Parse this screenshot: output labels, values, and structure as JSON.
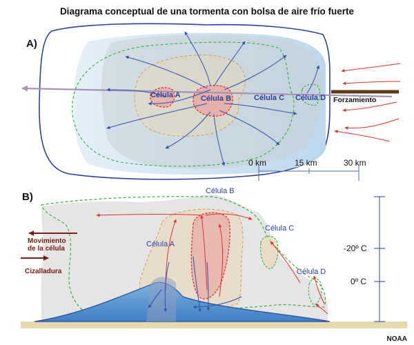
{
  "title": "Diagrama conceptual de una tormenta con bolsa de aire frío fuerte",
  "credit": "NOAA",
  "panel_a": {
    "label": "A)",
    "cells": [
      "Célula A",
      "Célula B",
      "Célula C",
      "Célula D"
    ],
    "forcing_label": "Forzamiento",
    "scale_labels": [
      "0 km",
      "15 km",
      "30 km"
    ]
  },
  "panel_b": {
    "label": "B)",
    "cells": [
      "Célula A",
      "Célula B",
      "Célula C",
      "Célula D"
    ],
    "legend": {
      "cell_motion_line1": "Movimiento",
      "cell_motion_line2": "de la célula",
      "shear": "Cizalladura"
    },
    "temperature_labels": [
      "-20º C",
      "0º C"
    ]
  },
  "colors": {
    "outline_blue": "#2a3fa0",
    "cold_pool": "#bcd9ee",
    "cloud_gray": "#d9dadb",
    "cell_red": "#e02020",
    "green_dash": "#2fae3a",
    "orange_dash": "#d9a050",
    "arrow_red": "#e03030",
    "arrow_blue": "#3050b0",
    "legend_brown": "#7a1a10"
  }
}
